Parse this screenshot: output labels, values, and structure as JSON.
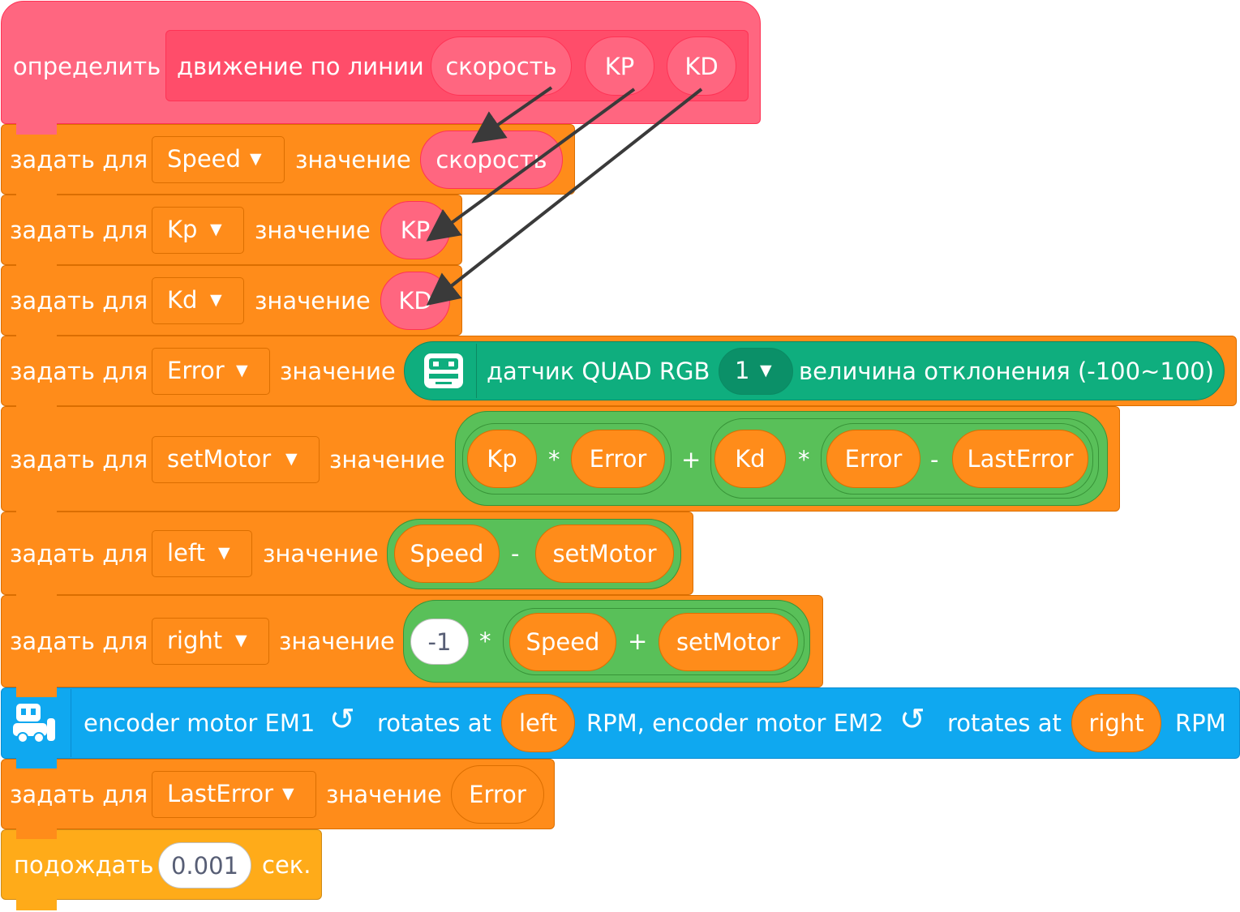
{
  "define": {
    "keyword": "определить",
    "name": "движение по линии",
    "params": [
      "скорость",
      "KP",
      "KD"
    ]
  },
  "set_label": "задать для",
  "value_label": "значение",
  "sets": [
    {
      "var": "Speed",
      "value": "скорость"
    },
    {
      "var": "Kp",
      "value": "KP"
    },
    {
      "var": "Kd",
      "value": "KD"
    },
    {
      "var": "Error",
      "sensor": {
        "text": "датчик QUAD RGB",
        "port": "1",
        "suffix": "величина отклонения (-100~100)"
      }
    },
    {
      "var": "setMotor",
      "expr": [
        "Kp",
        "*",
        "Error",
        "+",
        "Kd",
        "*",
        "Error",
        "-",
        "LastError"
      ]
    },
    {
      "var": "left",
      "expr": [
        "Speed",
        "-",
        "setMotor"
      ]
    },
    {
      "var": "right",
      "expr": [
        "-1",
        "*",
        "Speed",
        "+",
        "setMotor"
      ]
    }
  ],
  "motor": {
    "a": "encoder motor EM1",
    "b": "rotates at",
    "c": "left",
    "d": "RPM, encoder motor EM2",
    "e": "rotates at",
    "f": "right",
    "g": "RPM"
  },
  "last": {
    "var": "LastError",
    "value": "Error"
  },
  "wait": {
    "label": "подождать",
    "value": "0.001",
    "unit": "сек."
  },
  "colors": {
    "orange": "#FF8C1A",
    "pink": "#FF6680",
    "green": "#59C059",
    "teal": "#0FAE7E",
    "blue": "#0FA8F0",
    "yellow": "#FFAB19"
  }
}
